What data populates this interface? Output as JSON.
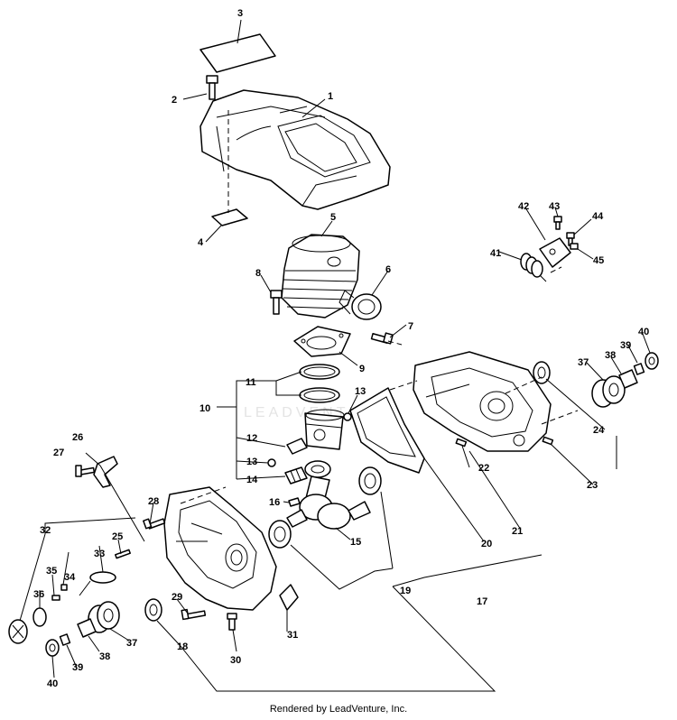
{
  "watermark": "LEADVENTURE",
  "credit": "Rendered by LeadVenture, Inc.",
  "callouts": [
    {
      "id": "c3",
      "text": "3"
    },
    {
      "id": "c2",
      "text": "2"
    },
    {
      "id": "c1",
      "text": "1"
    },
    {
      "id": "c4",
      "text": "4"
    },
    {
      "id": "c5",
      "text": "5"
    },
    {
      "id": "c6",
      "text": "6"
    },
    {
      "id": "c7",
      "text": "7"
    },
    {
      "id": "c8",
      "text": "8"
    },
    {
      "id": "c9",
      "text": "9"
    },
    {
      "id": "c10",
      "text": "10"
    },
    {
      "id": "c11",
      "text": "11"
    },
    {
      "id": "c12",
      "text": "12"
    },
    {
      "id": "c13a",
      "text": "13"
    },
    {
      "id": "c13b",
      "text": "13"
    },
    {
      "id": "c14",
      "text": "14"
    },
    {
      "id": "c15",
      "text": "15"
    },
    {
      "id": "c16",
      "text": "16"
    },
    {
      "id": "c17",
      "text": "17"
    },
    {
      "id": "c18",
      "text": "18"
    },
    {
      "id": "c19",
      "text": "19"
    },
    {
      "id": "c20",
      "text": "20"
    },
    {
      "id": "c21",
      "text": "21"
    },
    {
      "id": "c22",
      "text": "22"
    },
    {
      "id": "c23",
      "text": "23"
    },
    {
      "id": "c24",
      "text": "24"
    },
    {
      "id": "c25",
      "text": "25"
    },
    {
      "id": "c26",
      "text": "26"
    },
    {
      "id": "c27",
      "text": "27"
    },
    {
      "id": "c28",
      "text": "28"
    },
    {
      "id": "c29",
      "text": "29"
    },
    {
      "id": "c30",
      "text": "30"
    },
    {
      "id": "c31",
      "text": "31"
    },
    {
      "id": "c32",
      "text": "32"
    },
    {
      "id": "c33",
      "text": "33"
    },
    {
      "id": "c34",
      "text": "34"
    },
    {
      "id": "c35",
      "text": "35"
    },
    {
      "id": "c36",
      "text": "36"
    },
    {
      "id": "c37a",
      "text": "37"
    },
    {
      "id": "c37b",
      "text": "37"
    },
    {
      "id": "c38a",
      "text": "38"
    },
    {
      "id": "c38b",
      "text": "38"
    },
    {
      "id": "c39a",
      "text": "39"
    },
    {
      "id": "c39b",
      "text": "39"
    },
    {
      "id": "c40a",
      "text": "40"
    },
    {
      "id": "c40b",
      "text": "40"
    },
    {
      "id": "c41",
      "text": "41"
    },
    {
      "id": "c42",
      "text": "42"
    },
    {
      "id": "c43",
      "text": "43"
    },
    {
      "id": "c44",
      "text": "44"
    },
    {
      "id": "c45",
      "text": "45"
    }
  ]
}
